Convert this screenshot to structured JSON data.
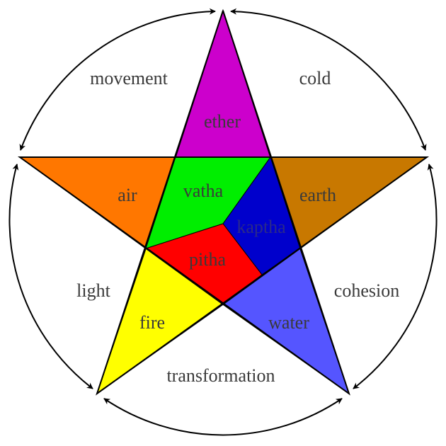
{
  "points": {
    "ether": "ether",
    "earth": "earth",
    "water": "water",
    "fire": "fire",
    "air": "air"
  },
  "doshas": {
    "vatha": "vatha",
    "kaptha": "kaptha",
    "pitha": "pitha"
  },
  "qualities": {
    "cold": "cold",
    "cohesion": "cohesion",
    "transformation": "transformation",
    "light": "light",
    "movement": "movement"
  },
  "colors": {
    "ether": "#cc00cc",
    "earth": "#c87800",
    "water": "#5555ff",
    "fire": "#ffff00",
    "air": "#ff7700",
    "vatha": "#00ee00",
    "kaptha": "#0000cc",
    "pitha": "#ff0000"
  }
}
